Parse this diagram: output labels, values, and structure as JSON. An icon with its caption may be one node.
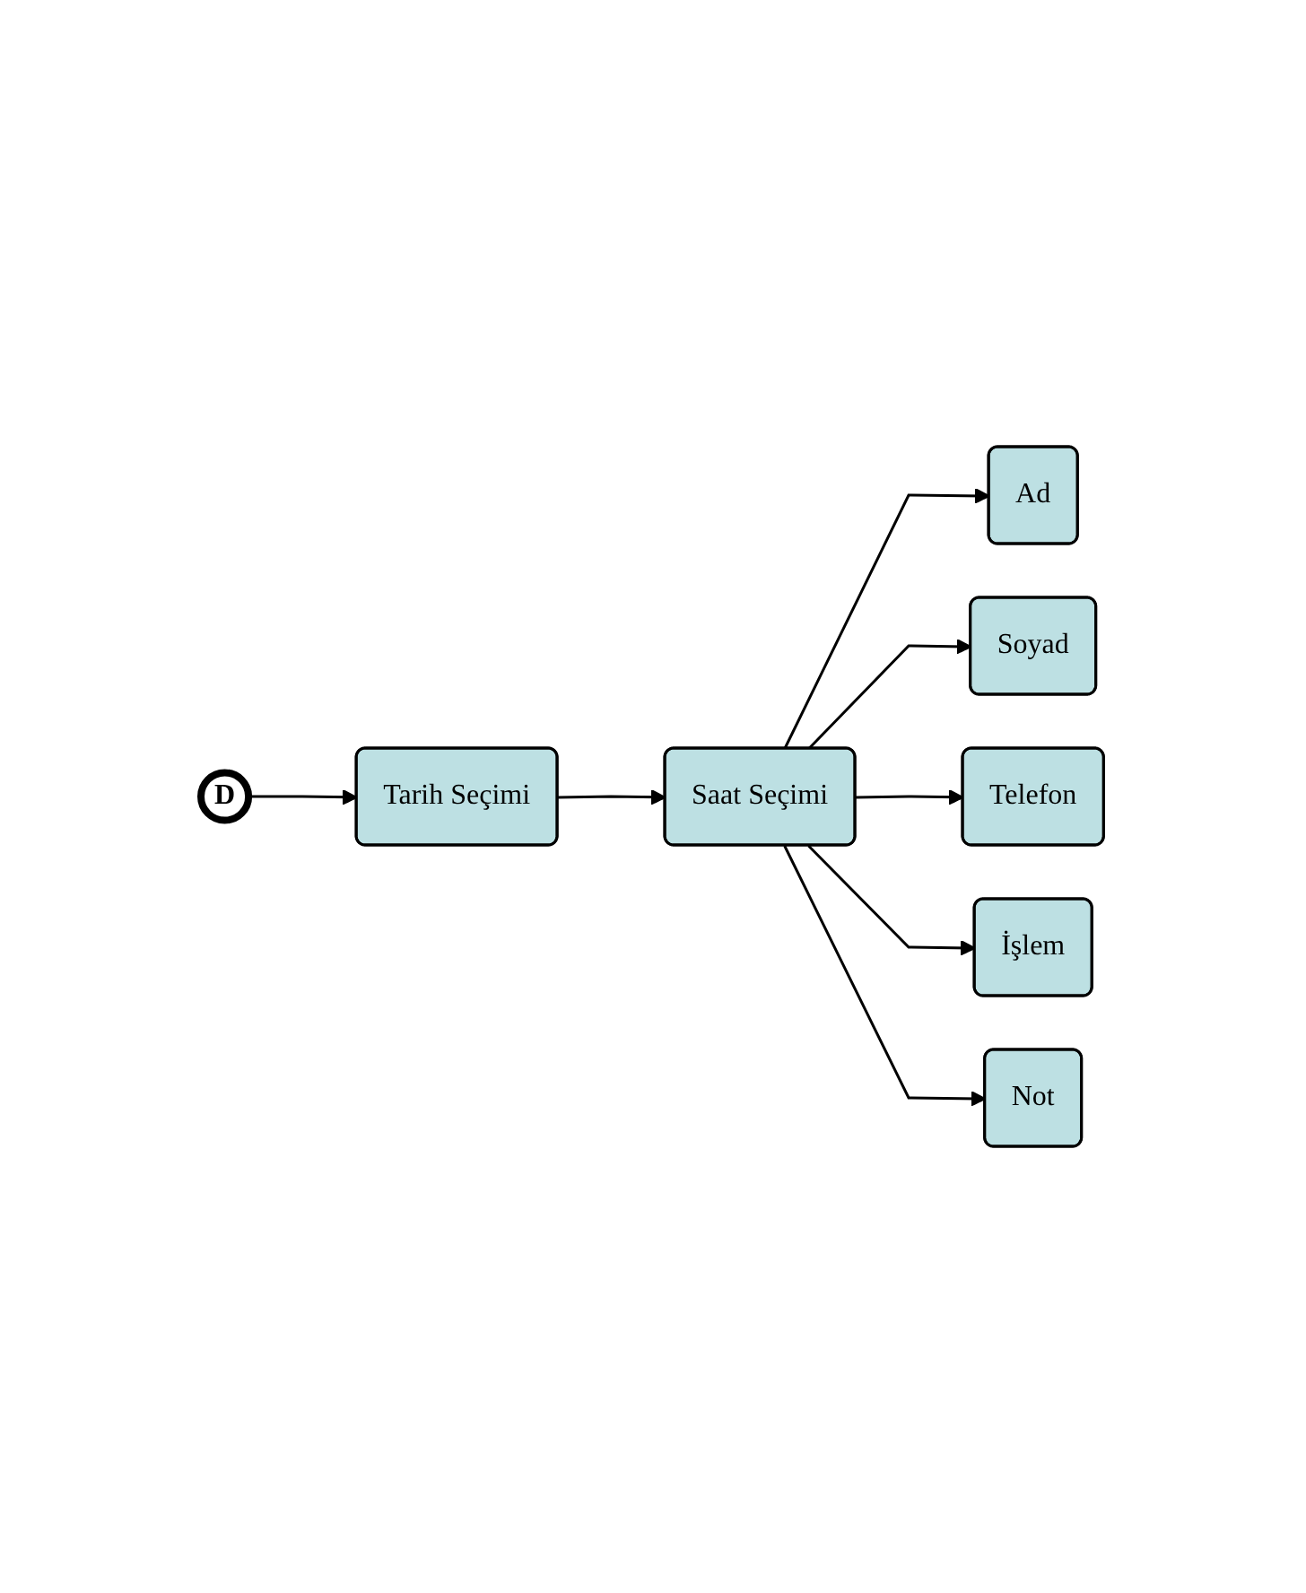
{
  "diagram": {
    "nodes": [
      {
        "text": [
          "D"
        ]
      },
      {
        "text": [
          "Tarih Seçimi"
        ]
      },
      {
        "text": [
          "Saat Seçimi"
        ]
      },
      {
        "text": [
          "Ad"
        ]
      },
      {
        "text": [
          "Soyad"
        ]
      },
      {
        "text": [
          "Telefon"
        ]
      },
      {
        "text": [
          "İşlem"
        ]
      },
      {
        "text": [
          "Not"
        ]
      }
    ],
    "edges": [
      {
        "from": 0,
        "to": 1,
        "arrow": "to"
      },
      {
        "from": 1,
        "to": 2,
        "arrow": "to"
      },
      {
        "from": 2,
        "to": 3,
        "arrow": "to"
      },
      {
        "from": 2,
        "to": 4,
        "arrow": "to"
      },
      {
        "from": 2,
        "to": 5,
        "arrow": "to"
      },
      {
        "from": 2,
        "to": 6,
        "arrow": "to"
      },
      {
        "from": 2,
        "to": 7,
        "arrow": "to"
      }
    ]
  }
}
